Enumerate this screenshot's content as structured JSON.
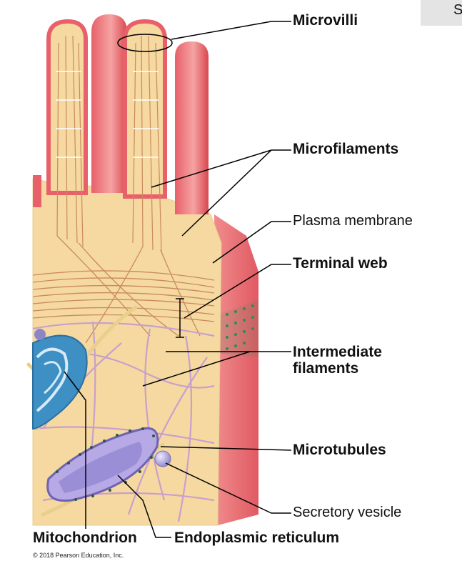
{
  "labels": {
    "microvilli": "Microvilli",
    "microfilaments": "Microfilaments",
    "plasma_membrane": "Plasma membrane",
    "terminal_web": "Terminal web",
    "intermediate_filaments": [
      "Intermediate",
      "filaments"
    ],
    "microtubules": "Microtubules",
    "secretory_vesicle": "Secretory vesicle",
    "mitochondrion": "Mitochondrion",
    "endoplasmic_reticulum": "Endoplasmic reticulum"
  },
  "copyright": "© 2018 Pearson Education, Inc.",
  "corner_text": "S",
  "colors": {
    "cytoplasm": "#f5d9a0",
    "membrane": "#e8606a",
    "membrane_light": "#f5a3a3",
    "microfilament": "#c98a5e",
    "intermediate_filament": "#c8a0cc",
    "microtubule": "#e8d08c",
    "mitochondrion": "#3d8fc4",
    "er": "#9a8fd6",
    "leader": "#000000"
  }
}
